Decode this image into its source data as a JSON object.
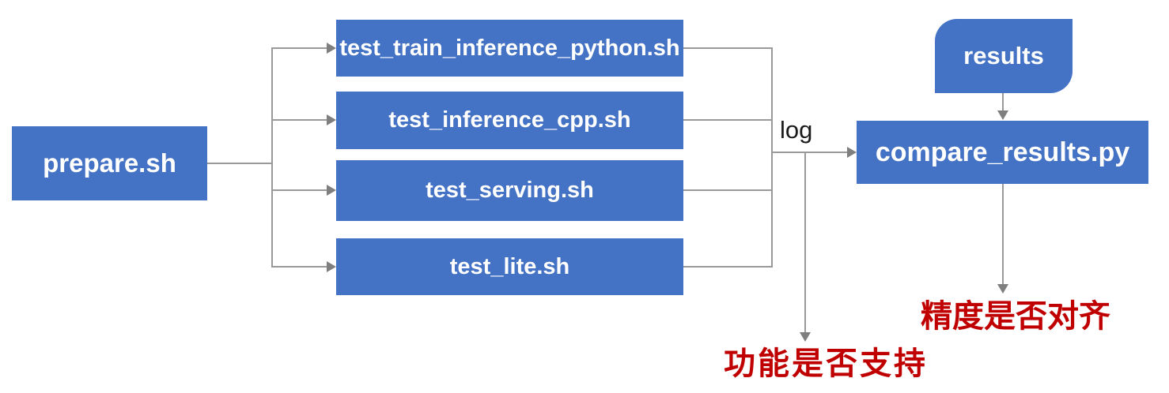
{
  "diagram": {
    "nodes": {
      "prepare": {
        "label": "prepare.sh"
      },
      "tests": [
        {
          "label": "test_train_inference_python.sh"
        },
        {
          "label": "test_inference_cpp.sh"
        },
        {
          "label": "test_serving.sh"
        },
        {
          "label": "test_lite.sh"
        }
      ],
      "results": {
        "label": "results"
      },
      "compare": {
        "label": "compare_results.py"
      }
    },
    "edge_labels": {
      "log": "log"
    },
    "annotations": {
      "function_support": "功能是否支持",
      "precision_alignment": "精度是否对齐"
    },
    "colors": {
      "node_fill": "#4472C4",
      "node_text": "#FFFFFF",
      "connector": "#999999",
      "arrowhead": "#7F7F7F",
      "annotation": "#C00000",
      "edge_label_text": "#1A1A1A",
      "background": "#FFFFFF"
    }
  }
}
